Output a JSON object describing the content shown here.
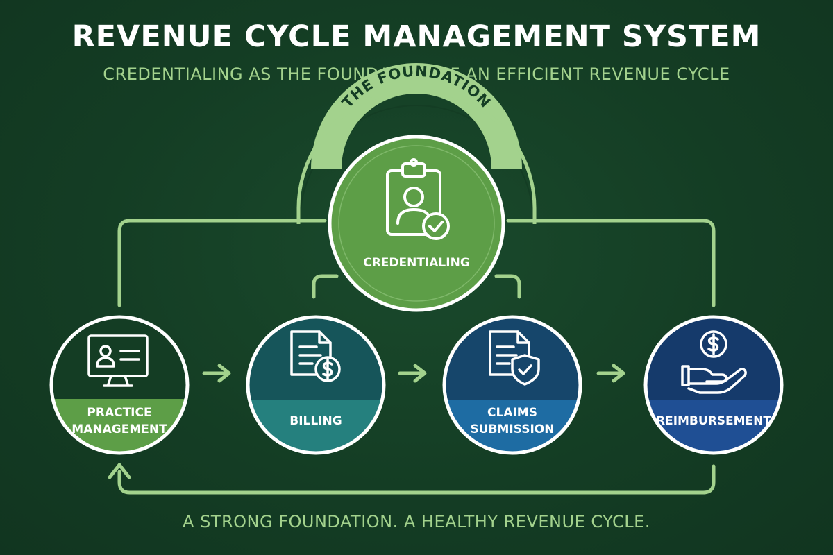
{
  "title": "REVENUE CYCLE MANAGEMENT SYSTEM",
  "subtitle": "CREDENTIALING AS THE FOUNDATION OF AN EFFICIENT REVENUE CYCLE",
  "foundation_label": "THE FOUNDATION",
  "center_node": {
    "label": "CREDENTIALING",
    "icon": "clipboard-user-check-icon"
  },
  "nodes": [
    {
      "id": "practice",
      "label_line1": "PRACTICE",
      "label_line2": "MANAGEMENT",
      "icon": "monitor-user-icon"
    },
    {
      "id": "billing",
      "label_line1": "BILLING",
      "label_line2": "",
      "icon": "document-dollar-icon"
    },
    {
      "id": "claims",
      "label_line1": "CLAIMS",
      "label_line2": "SUBMISSION",
      "icon": "document-shield-icon"
    },
    {
      "id": "reimbursement",
      "label_line1": "REIMBURSEMENT",
      "label_line2": "",
      "icon": "hand-dollar-icon"
    }
  ],
  "footer": "A STRONG FOUNDATION. A HEALTHY REVENUE CYCLE.",
  "colors": {
    "background": "#143d24",
    "line": "#a3d28d",
    "credentialing": "#5d9e47",
    "practice": "#5d9e47",
    "billing_top": "#16555a",
    "billing_bottom": "#25807e",
    "claims_top": "#16466b",
    "claims_bottom": "#1e6ca3",
    "reimb_top": "#153a6b",
    "reimb_bottom": "#1f4f94"
  }
}
